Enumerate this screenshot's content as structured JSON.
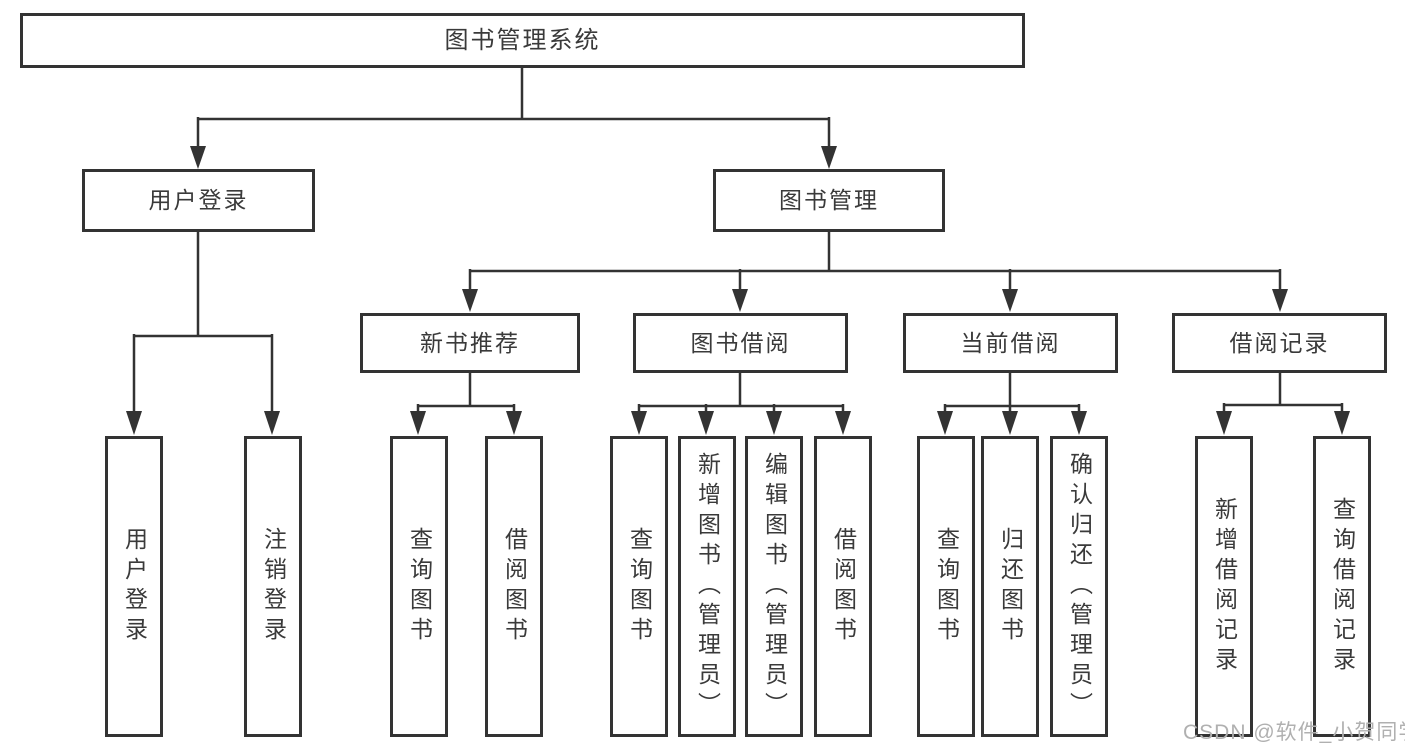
{
  "page": {
    "background": "#ffffff"
  },
  "colors": {
    "line": "#333333",
    "box_border": "#333333",
    "text": "#3a3a3a",
    "watermark": "#b0b0b0"
  },
  "watermark": {
    "text": "CSDN @软件_小贺同学"
  },
  "tree": {
    "root": {
      "label": "图书管理系统"
    },
    "children": [
      {
        "label": "用户登录",
        "children": [
          {
            "label": "用户登录"
          },
          {
            "label": "注销登录"
          }
        ]
      },
      {
        "label": "图书管理",
        "children": [
          {
            "label": "新书推荐",
            "children": [
              {
                "label": "查询图书"
              },
              {
                "label": "借阅图书"
              }
            ]
          },
          {
            "label": "图书借阅",
            "children": [
              {
                "label": "查询图书"
              },
              {
                "label": "新增图书（管理员）"
              },
              {
                "label": "编辑图书（管理员）"
              },
              {
                "label": "借阅图书"
              }
            ]
          },
          {
            "label": "当前借阅",
            "children": [
              {
                "label": "查询图书"
              },
              {
                "label": "归还图书"
              },
              {
                "label": "确认归还（管理员）"
              }
            ]
          },
          {
            "label": "借阅记录",
            "children": [
              {
                "label": "新增借阅记录"
              },
              {
                "label": "查询借阅记录"
              }
            ]
          }
        ]
      }
    ]
  }
}
